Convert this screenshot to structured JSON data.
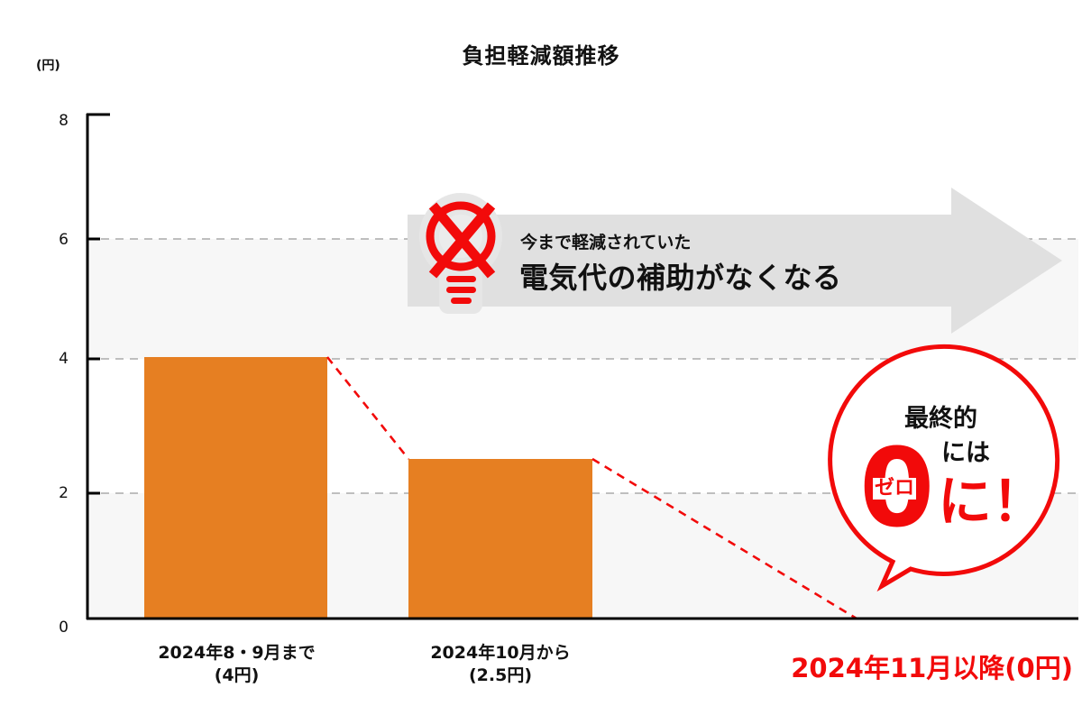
{
  "chart_data": {
    "type": "bar",
    "title": "負担軽減額推移",
    "ylabel": "(円)",
    "xlabel": "",
    "ylim": [
      0,
      8
    ],
    "yticks": [
      0,
      2,
      4,
      6,
      8
    ],
    "grid": true,
    "categories": [
      "2024年8・9月まで(4円)",
      "2024年10月から(2.5円)",
      "2024年11月以降(0円)"
    ],
    "values": [
      4,
      2.5,
      0
    ],
    "bar_color": "#e67f22",
    "trend_line": {
      "style": "dashed",
      "color": "#f20a0a",
      "points": [
        4,
        2.5,
        0
      ]
    },
    "annotations": [
      "今まで軽減されていた 電気代の補助がなくなる",
      "最終的には 0(ゼロ)に！"
    ]
  },
  "header": {
    "title": "負担軽減額推移",
    "unit": "(円)"
  },
  "axis": {
    "y_ticks": [
      "8",
      "6",
      "4",
      "2",
      "0"
    ]
  },
  "bars": [
    {
      "line1": "2024年8・9月まで",
      "line2": "(4円)"
    },
    {
      "line1": "2024年10月から",
      "line2": "(2.5円)"
    }
  ],
  "final_label": "2024年11月以降(0円)",
  "arrow_banner": {
    "line1": "今まで軽減されていた",
    "line2": "電気代の補助がなくなる",
    "icon": "crossed-lightbulb-icon"
  },
  "bubble": {
    "line1": "最終的",
    "line2": "には",
    "big_zero": "0",
    "zero_ruby": "ゼロ",
    "suffix": "に！"
  },
  "colors": {
    "bar": "#e67f22",
    "accent_red": "#f20a0a",
    "band_gray": "#f7f7f7",
    "arrow_gray": "#e0e0e0",
    "grid_dash": "#9a9a9a"
  }
}
